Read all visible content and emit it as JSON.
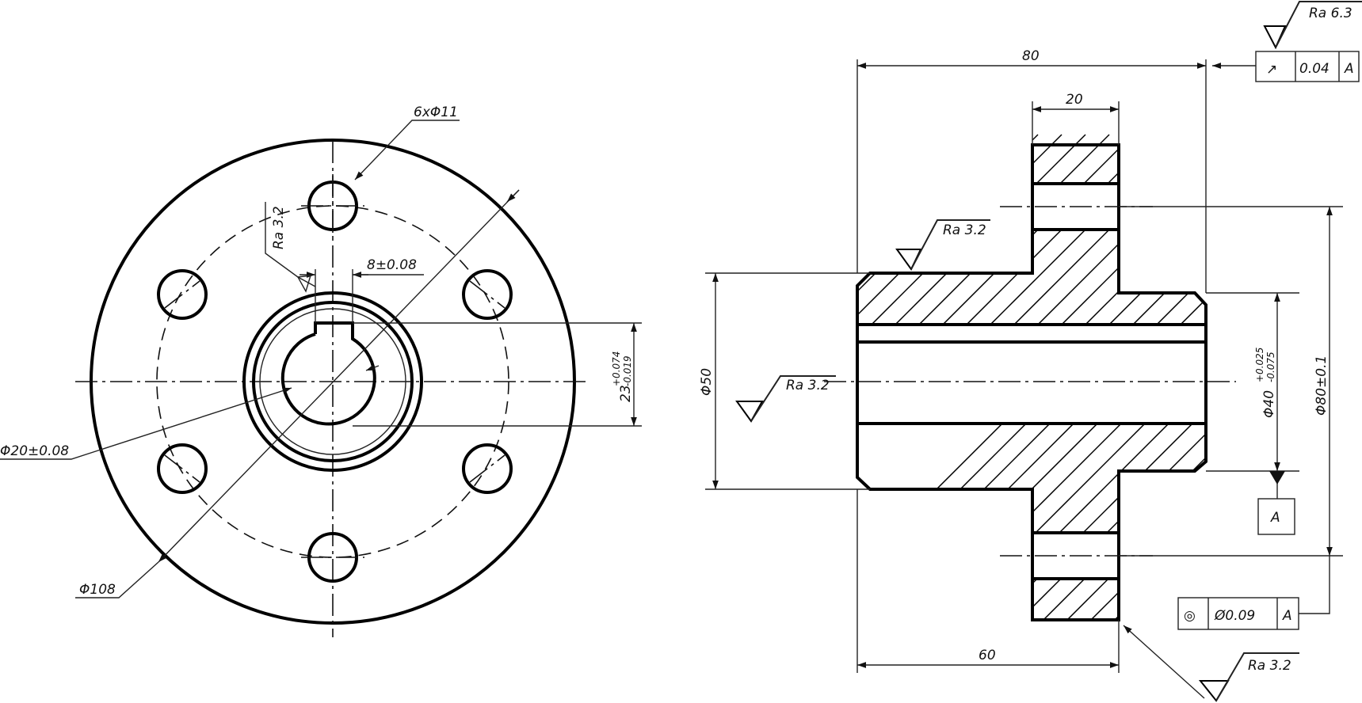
{
  "front_view": {
    "holes_label": "6xΦ11",
    "ra_keyway": "Ra 3.2",
    "keyway_width": "8±0.08",
    "keyway_depth": "23",
    "keyway_depth_tol_upper": "+0.074",
    "keyway_depth_tol_lower": "-0.019",
    "bore_dia": "Φ20±0.08",
    "pcd": "Φ108"
  },
  "section_view": {
    "length_overall": "80",
    "flange_thickness": "20",
    "length_hub": "60",
    "hub_dia": "Φ50",
    "bore_dia": "Φ40",
    "bore_tol_upper": "+0.025",
    "bore_tol_lower": "-0.075",
    "flange_dia": "Φ80±0.1",
    "ra_top": "Ra 6.3",
    "ra_hub": "Ra 3.2",
    "ra_bore": "Ra 3.2",
    "ra_flange_face": "Ra 3.2",
    "runout": {
      "symbol": "↗",
      "value": "0.04",
      "datum": "A"
    },
    "concentricity": {
      "symbol": "◎",
      "value": "Ø0.09",
      "datum": "A"
    },
    "datum_label": "A"
  }
}
